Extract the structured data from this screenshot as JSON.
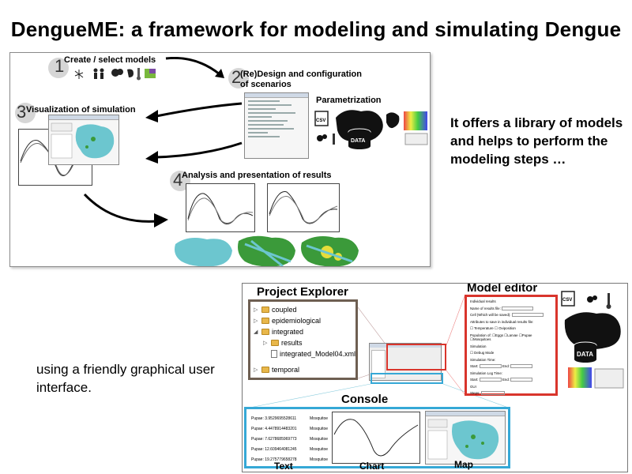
{
  "title": "DengueME: a framework for modeling and simulating Dengue",
  "steps": {
    "s1": {
      "num": "1",
      "label": "Create / select models"
    },
    "s2": {
      "num": "2",
      "label_line1": "(Re)Design and configuration",
      "label_line2": "of scenarios"
    },
    "s3": {
      "num": "3",
      "label": "Visualization of simulation"
    },
    "s4": {
      "num": "4",
      "label": "Analysis and presentation of results"
    }
  },
  "parametrization": "Parametrization",
  "data_label": "DATA",
  "csv_label": "CSV",
  "right_text": "It offers a library of models and helps to perform the modeling steps …",
  "left_text": "using a friendly graphical user interface.",
  "project_explorer": {
    "title": "Project Explorer",
    "items": [
      {
        "name": "coupled"
      },
      {
        "name": "epidemiological"
      },
      {
        "name": "integrated"
      },
      {
        "name": "results"
      },
      {
        "name": "integrated_Model04.xml"
      },
      {
        "name": "temporal"
      }
    ]
  },
  "model_editor": {
    "title": "Model editor",
    "lines": [
      "Individual results",
      "Name of results file:",
      "Cell (Which will be saved):",
      "Attributes to save in individual results file:",
      "Temperature",
      "Oviposition",
      "Population of:",
      "Eggs",
      "Larvae",
      "Pupae",
      "Mosquitoes",
      "Simulation",
      "Debug Mode",
      "Simulation Time:",
      "Start:",
      "End:",
      "Simulation Log Time:",
      "Start:",
      "End:",
      "GUI",
      "Steps:"
    ]
  },
  "console": {
    "title": "Console",
    "rows": [
      {
        "label": "Pupae: 3.9529695528611",
        "type": "Mosquitoe"
      },
      {
        "label": "Pupae: 4.4478914483201",
        "type": "Mosquitoe"
      },
      {
        "label": "Pupae: 7.6278685969773",
        "type": "Mosquitoe"
      },
      {
        "label": "Pupae: 12.609464081245",
        "type": "Mosquitoe"
      },
      {
        "label": "Pupae: 19.275779658278",
        "type": "Mosquitoe"
      }
    ],
    "labels": {
      "text": "Text",
      "chart": "Chart",
      "map": "Map"
    }
  },
  "colors": {
    "red": "#d9352c",
    "blue": "#35a8d6",
    "brown": "#6e5f52",
    "teal": "#6cc6cf",
    "green": "#3b9a3a"
  }
}
